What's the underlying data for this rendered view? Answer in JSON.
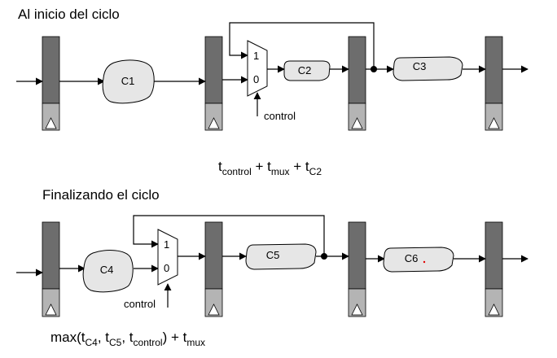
{
  "top": {
    "title": "Al inicio del ciclo",
    "mux_in1": "1",
    "mux_in0": "0",
    "control_label": "control",
    "blocks": {
      "c1": "C1",
      "c2": "C2",
      "c3": "C3"
    },
    "formula": {
      "t1": "t",
      "s1": "control",
      "op1": " + ",
      "t2": "t",
      "s2": "mux",
      "op2": " + ",
      "t3": "t",
      "s3": "C2"
    }
  },
  "bottom": {
    "title": "Finalizando el ciclo",
    "mux_in1": "1",
    "mux_in0": "0",
    "control_label": "control",
    "blocks": {
      "c4": "C4",
      "c5": "C5",
      "c6": "C6"
    },
    "formula": {
      "pre": "max(t",
      "s1": "C4",
      "sep1": ", t",
      "s2": "C5",
      "sep2": ", t",
      "s3": "control",
      "post": ") + t",
      "s4": "mux"
    }
  },
  "colors": {
    "register_dark": "#6d6d6d",
    "register_light": "#b4b4b4",
    "block_fill": "#e6e6e6",
    "stroke": "#000000",
    "marker_red": "#e00000"
  }
}
